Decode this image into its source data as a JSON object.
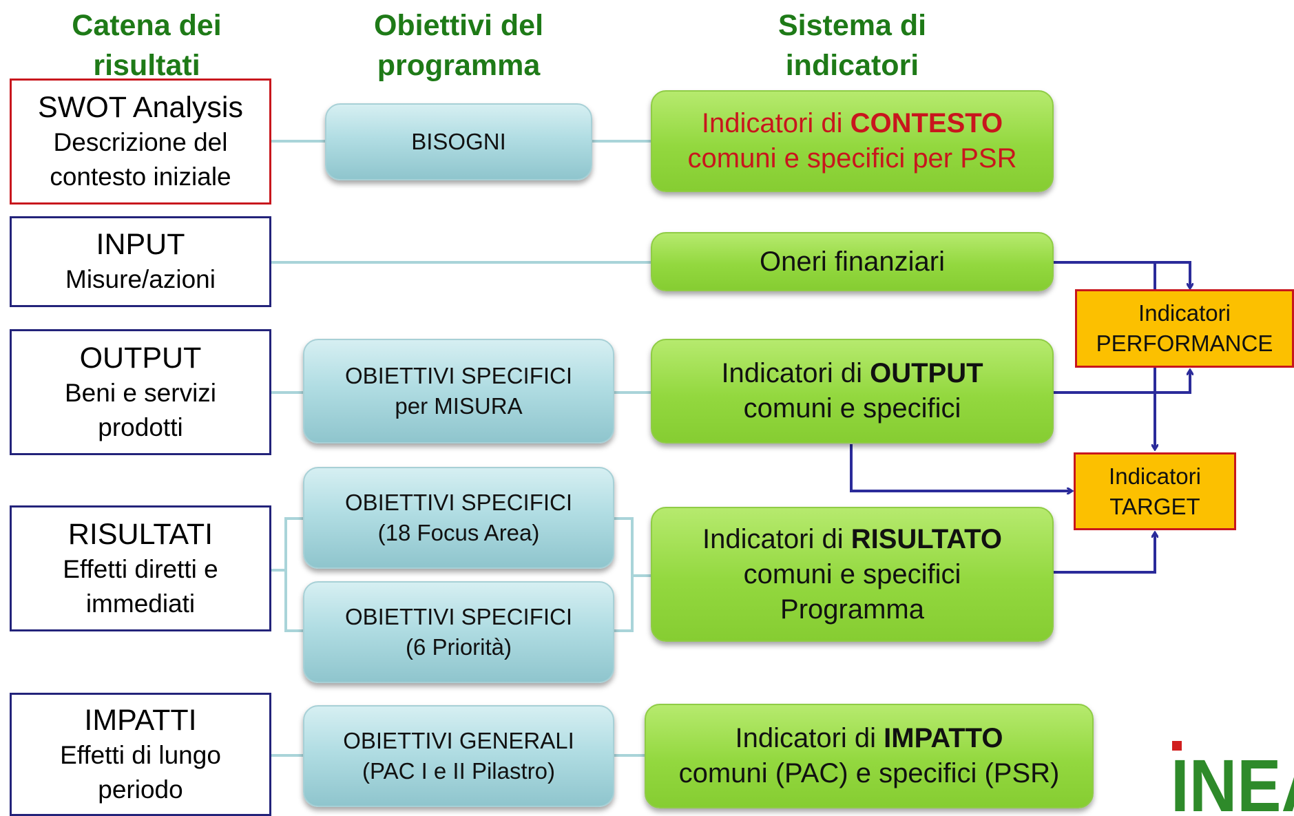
{
  "headers": {
    "chain": [
      "Catena dei",
      "risultati"
    ],
    "objectives": [
      "Obiettivi del",
      "programma"
    ],
    "indicators": [
      "Sistema di",
      "indicatori"
    ]
  },
  "chain": [
    {
      "title": "SWOT Analysis",
      "subtitle": [
        "Descrizione del",
        "contesto iniziale"
      ]
    },
    {
      "title": "INPUT",
      "subtitle": [
        "Misure/azioni"
      ]
    },
    {
      "title": "OUTPUT",
      "subtitle": [
        "Beni e servizi",
        "prodotti"
      ]
    },
    {
      "title": "RISULTATI",
      "subtitle": [
        "Effetti diretti e",
        "immediati"
      ]
    },
    {
      "title": "IMPATTI",
      "subtitle": [
        "Effetti di lungo",
        "periodo"
      ]
    }
  ],
  "objectives": [
    {
      "lines": [
        "BISOGNI"
      ]
    },
    {
      "lines": [
        "OBIETTIVI SPECIFICI",
        "per MISURA"
      ]
    },
    {
      "lines": [
        "OBIETTIVI SPECIFICI",
        "(18 Focus Area)"
      ]
    },
    {
      "lines": [
        "OBIETTIVI SPECIFICI",
        "(6 Priorità)"
      ]
    },
    {
      "lines": [
        "OBIETTIVI GENERALI",
        "(PAC I e II Pilastro)"
      ]
    }
  ],
  "indicators": {
    "contesto": {
      "prefix": "Indicatori di ",
      "bold": "CONTESTO",
      "line2": "comuni e specifici per PSR"
    },
    "oneri": {
      "text": "Oneri finanziari"
    },
    "output": {
      "prefix": "Indicatori di ",
      "bold": "OUTPUT",
      "line2": "comuni e specifici"
    },
    "risultato": {
      "prefix": "Indicatori di ",
      "bold": "RISULTATO",
      "line2": "comuni e specifici",
      "line3": "Programma"
    },
    "impatto": {
      "prefix": "Indicatori di ",
      "bold": "IMPATTO",
      "line2": "comuni (PAC) e specifici (PSR)"
    }
  },
  "performance": [
    "Indicatori",
    "PERFORMANCE"
  ],
  "target": [
    "Indicatori",
    "TARGET"
  ],
  "logo": {
    "text": "INEA"
  },
  "colors": {
    "header_green": "#1e7a17",
    "chain_border_blue": "#23237a",
    "chain_border_red": "#c8161d",
    "objective_teal": "#b1dde3",
    "indicator_green": "#93d83f",
    "performance_yellow": "#fcc000",
    "connector_teal": "#a9d4d9",
    "arrow_blue": "#2b2b9a"
  }
}
